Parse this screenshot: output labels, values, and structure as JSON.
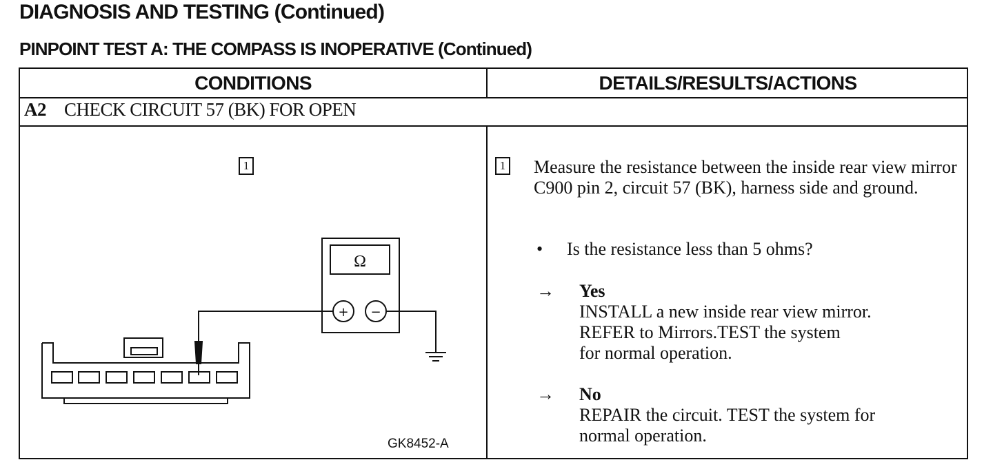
{
  "header": {
    "title": "DIAGNOSIS AND TESTING (Continued)",
    "subtitle": "PINPOINT TEST A:  THE COMPASS IS INOPERATIVE (Continued)"
  },
  "table": {
    "col_conditions": "CONDITIONS",
    "col_details": "DETAILS/RESULTS/ACTIONS",
    "step_id": "A2",
    "step_title": "CHECK CIRCUIT 57 (BK) FOR OPEN"
  },
  "diagram": {
    "callout": "1",
    "meter_symbol": "Ω",
    "plus": "+",
    "minus": "−",
    "figure_code": "GK8452-A",
    "icons": [
      "ohmmeter-icon",
      "connector-icon",
      "ground-icon",
      "probe-icon"
    ]
  },
  "details": {
    "callout": "1",
    "instruction": "Measure the resistance between the inside rear view mirror C900 pin 2, circuit 57 (BK), harness side and ground.",
    "bullet": "•",
    "question": "Is the resistance less than 5 ohms?",
    "arrow": "→",
    "yes_label": "Yes",
    "yes_lines": [
      "INSTALL a new inside rear view mirror.",
      "REFER to  Mirrors.TEST the system",
      "for normal operation."
    ],
    "no_label": "No",
    "no_lines": [
      "REPAIR the circuit. TEST the system for",
      "normal operation."
    ]
  }
}
